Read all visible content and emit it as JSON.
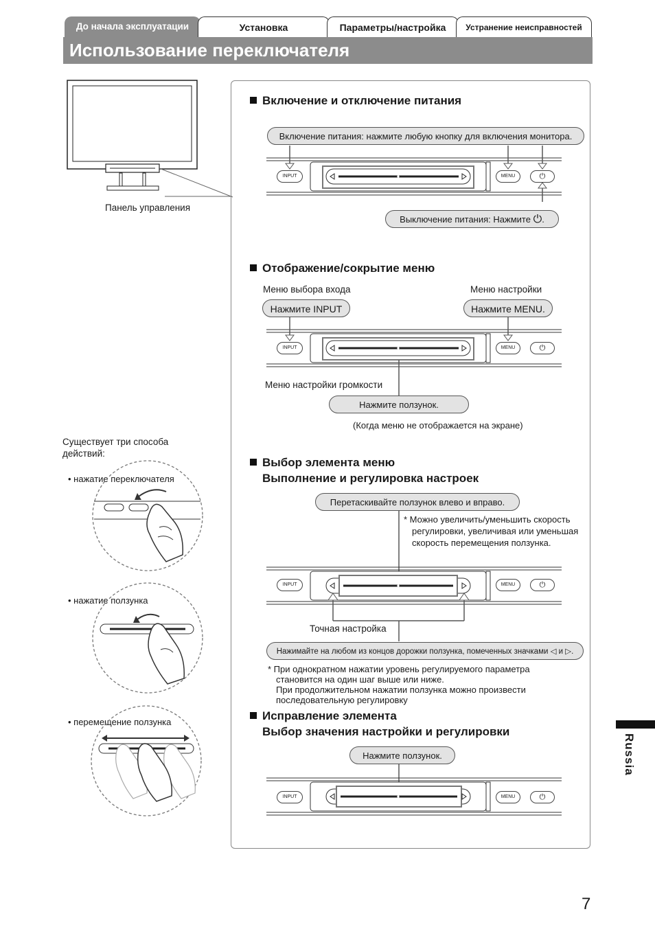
{
  "tabs": {
    "t1": "До начала эксплуатации",
    "t2": "Установка",
    "t3": "Параметры/настройка",
    "t4": "Устранение неисправностей"
  },
  "page_title": "Использование переключателя",
  "monitor": {
    "caption": "Панель управления"
  },
  "buttons": {
    "input": "INPUT",
    "menu": "MENU"
  },
  "section1": {
    "title": "Включение и отключение питания",
    "power_on": "Включение питания: нажмите любую кнопку для включения монитора.",
    "power_off": "Выключение питания: Нажмите"
  },
  "section2": {
    "title": "Отображение/сокрытие меню",
    "input_label": "Меню выбора входа",
    "input_pill": "Нажмите INPUT",
    "menu_label": "Меню настройки",
    "menu_pill": "Нажмите MENU.",
    "volume_label": "Меню настройки громкости",
    "slider_pill": "Нажмите ползунок.",
    "slider_note": "(Когда меню не отображается на экране)"
  },
  "left": {
    "intro": "Существует три способа действий:",
    "way1": "• нажатие переключателя",
    "way2": "• нажатие ползунка",
    "way3": "• перемещение ползунка"
  },
  "section3": {
    "title1": "Выбор элемента меню",
    "title2": "Выполнение и регулировка настроек",
    "drag_pill": "Перетаскивайте ползунок влево и вправо.",
    "speed_note": "* Можно увеличить/уменьшить скорость регулировки, увеличивая или уменьшая скорость перемещения ползунка.",
    "fine_label": "Точная настройка",
    "fine_pill": "Нажимайте на любом из концов дорожки ползунка, помеченных значками ◁ и ▷.",
    "note2a": "* При однократном нажатии уровень регулируемого параметра становится на один шаг выше или ниже.",
    "note2b": "При продолжительном нажатии ползунка можно произвести последовательную регулировку"
  },
  "section4": {
    "title1": "Исправление элемента",
    "title2": "Выбор значения настройки и регулировки",
    "pill": "Нажмите ползунок."
  },
  "side_tab": "Russia",
  "page_number": "7"
}
